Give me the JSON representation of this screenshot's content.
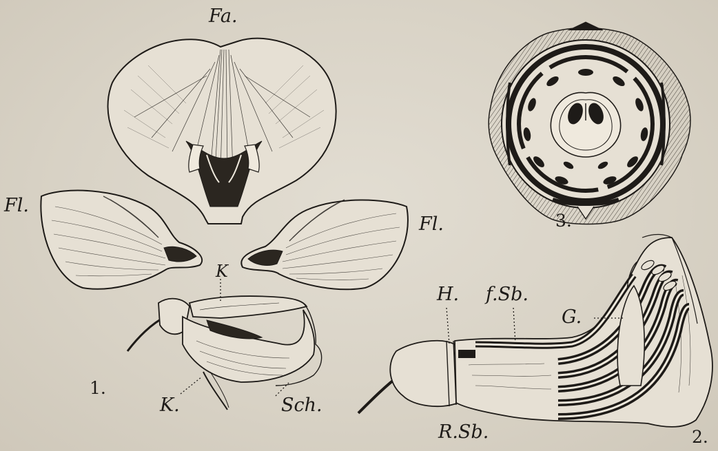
{
  "plate": {
    "labels": {
      "fa": "Fa.",
      "fl_left": "Fl.",
      "fl_right": "Fl.",
      "k_top": "K",
      "k_bottom": "K.",
      "sch": "Sch.",
      "h": "H.",
      "f_sb": "f.Sb.",
      "g": "G.",
      "r_sb": "R.Sb."
    },
    "figure_numbers": {
      "fig1": "1.",
      "fig2": "2.",
      "fig3": "3."
    }
  }
}
